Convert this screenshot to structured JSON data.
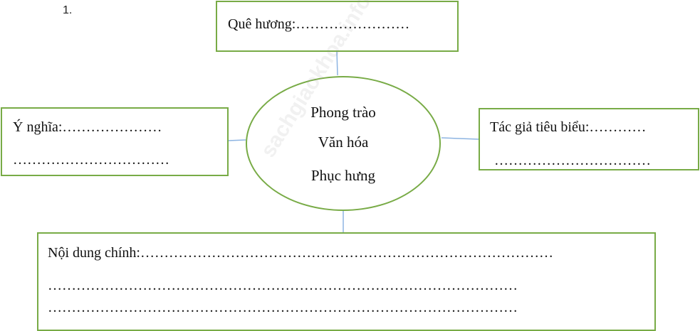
{
  "number": "1.",
  "center": {
    "line1": "Phong trào",
    "line2": "Văn hóa",
    "line3": "Phục hưng"
  },
  "que_huong": {
    "text": "Quê hương:……………………"
  },
  "y_nghia": {
    "line1": "Ý nghĩa:…………………",
    "line2": "……………………………"
  },
  "tac_gia": {
    "line1": "Tác giả tiêu biểu:…………",
    "line2": "……………………………"
  },
  "noi_dung": {
    "line1": "Nội dung chính:……………………………………………………………………………",
    "line2": "………………………………………………………………………………………",
    "line3": "………………………………………………………………………………………"
  },
  "watermark": "sachgiaokhoa.info",
  "colors": {
    "border": "#78ab46",
    "connector": "#8db4e2"
  }
}
